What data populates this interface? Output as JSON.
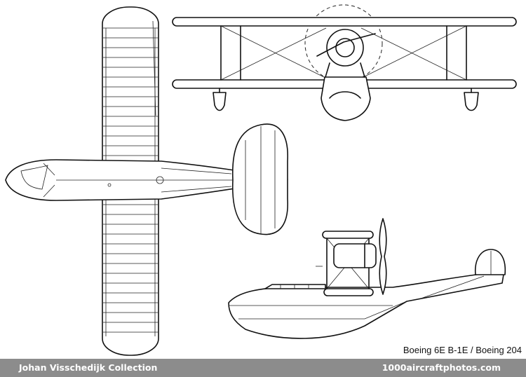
{
  "caption": "Boeing 6E B-1E / Boeing 204",
  "footer": {
    "collection": "Johan Visschedijk Collection",
    "site": "1000aircraftphotos.com"
  },
  "colors": {
    "line": "#111111",
    "background": "#ffffff",
    "footer_bar": "#8c8c8c",
    "footer_text": "#ffffff"
  }
}
